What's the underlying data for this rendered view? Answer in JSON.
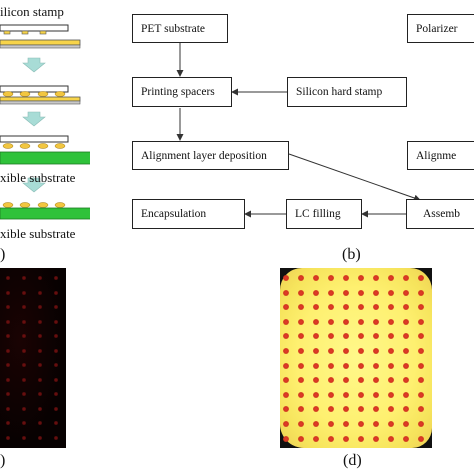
{
  "panel_a": {
    "label_top": "ilicon stamp",
    "label_mid": "xible substrate",
    "label_bot": "xible substrate",
    "panel_label": ")"
  },
  "panel_b": {
    "boxes": {
      "pet": "PET substrate",
      "printing": "Printing spacers",
      "silicon": "Silicon hard stamp",
      "alignment": "Alignment layer deposition",
      "encapsulation": "Encapsulation",
      "lc": "LC filling",
      "polarizer": "Polarizer",
      "alignment_right": "Alignme",
      "assembly": "Assemb"
    },
    "panel_label": "(b)"
  },
  "panel_c": {
    "panel_label": ")"
  },
  "panel_d": {
    "panel_label": "(d)"
  },
  "colors": {
    "green": "#2fc23a",
    "yellow": "#f7d44a",
    "stamp_fill": "#ffffff",
    "arrow_fill": "#a8dcd6",
    "dot_red": "#d2361f",
    "photo_yellow": "#fef070"
  }
}
